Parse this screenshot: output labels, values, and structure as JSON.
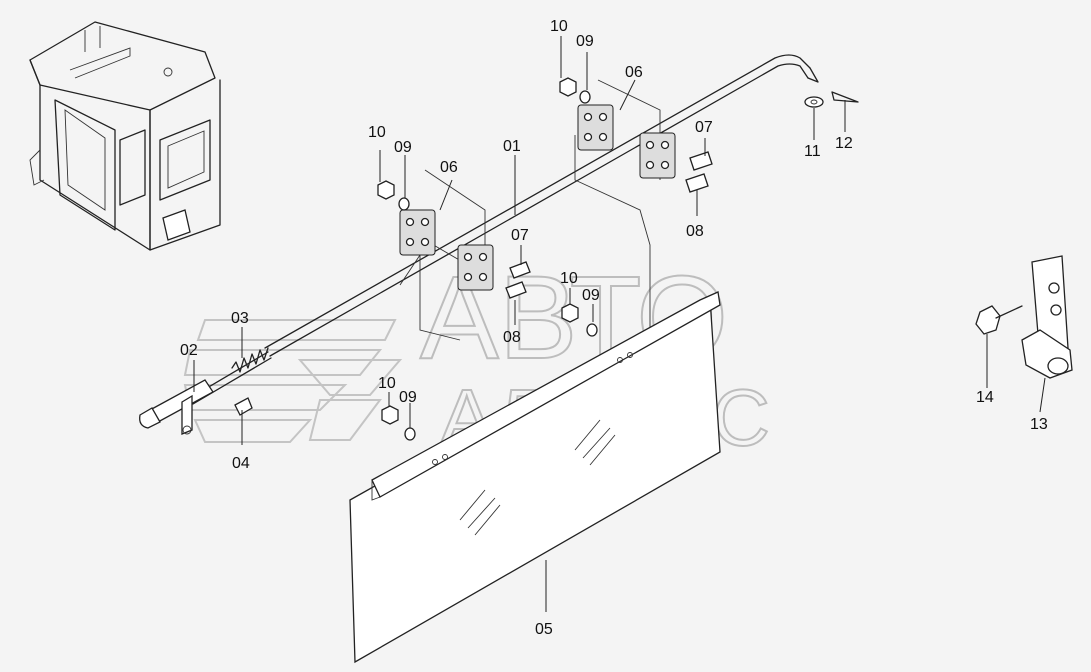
{
  "labels": [
    {
      "id": "p01",
      "text": "01"
    },
    {
      "id": "p02",
      "text": "02"
    },
    {
      "id": "p03",
      "text": "03"
    },
    {
      "id": "p04",
      "text": "04"
    },
    {
      "id": "p05",
      "text": "05"
    },
    {
      "id": "p06a",
      "text": "06"
    },
    {
      "id": "p06b",
      "text": "06"
    },
    {
      "id": "p07a",
      "text": "07"
    },
    {
      "id": "p07b",
      "text": "07"
    },
    {
      "id": "p08a",
      "text": "08"
    },
    {
      "id": "p08b",
      "text": "08"
    },
    {
      "id": "p09a",
      "text": "09"
    },
    {
      "id": "p09b",
      "text": "09"
    },
    {
      "id": "p09c",
      "text": "09"
    },
    {
      "id": "p09d",
      "text": "09"
    },
    {
      "id": "p10a",
      "text": "10"
    },
    {
      "id": "p10b",
      "text": "10"
    },
    {
      "id": "p10c",
      "text": "10"
    },
    {
      "id": "p10d",
      "text": "10"
    },
    {
      "id": "p11",
      "text": "11"
    },
    {
      "id": "p12",
      "text": "12"
    },
    {
      "id": "p13",
      "text": "13"
    },
    {
      "id": "p14",
      "text": "14"
    }
  ],
  "watermark": {
    "line1": "АВТО",
    "line2": "АЛЬЯНС"
  }
}
